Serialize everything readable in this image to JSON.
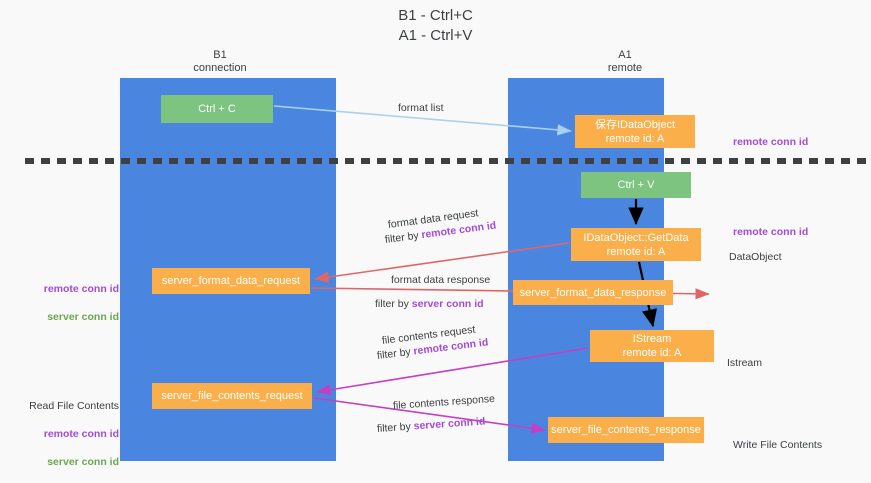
{
  "title": "B1 - Ctrl+C\nA1 - Ctrl+V",
  "columns": {
    "left": {
      "header": "B1\nconnection"
    },
    "right": {
      "header": "A1\nremote"
    }
  },
  "colors": {
    "lane_blue": "#4a86e0",
    "node_green": "#7cc47f",
    "node_orange": "#faaf4b",
    "accent_purple": "#a34bd6",
    "accent_green": "#6aa84f",
    "arrow_lightblue": "#a8d0f0",
    "arrow_red": "#e06666",
    "arrow_magenta": "#c43fc4",
    "arrow_black": "#000000",
    "background": "#f9f9f9",
    "text": "#3c4043"
  },
  "nodes": {
    "ctrl_c": "Ctrl + C",
    "idataobject": "保存IDataObject\nremote id: A",
    "ctrl_v": "Ctrl + V",
    "getdata": "IDataObject::GetData\nremote id: A",
    "server_format_data_request": "server_format_data_request",
    "server_format_data_response": "server_format_data_response",
    "istream": "IStream\nremote id: A",
    "server_file_contents_request": "server_file_contents_request",
    "server_file_contents_response": "server_file_contents_response"
  },
  "edge_labels": {
    "format_list": "format list",
    "format_data_request": "format data request",
    "format_data_request_filter_prefix": "filter by ",
    "format_data_request_filter_key": "remote conn id",
    "format_data_response": "format data response",
    "format_data_response_filter_prefix": "filter by ",
    "format_data_response_filter_key": "server conn id",
    "file_contents_request": "file contents request",
    "file_contents_request_filter_prefix": "filter by ",
    "file_contents_request_filter_key": "remote conn id",
    "file_contents_response": "file contents response",
    "file_contents_response_filter_prefix": "filter by ",
    "file_contents_response_filter_key": "server conn id"
  },
  "annotations": {
    "right_remote_conn_id_top": "remote conn id",
    "right_remote_conn_id_mid": "remote conn id",
    "right_dataobject": "DataObject",
    "right_istream": "Istream",
    "right_write_file_contents": "Write File Contents",
    "left_mid_remote": "remote conn id",
    "left_mid_server": "server conn id",
    "left_bottom_read": "Read File Contents",
    "left_bottom_remote": "remote conn id",
    "left_bottom_server": "server conn id"
  }
}
